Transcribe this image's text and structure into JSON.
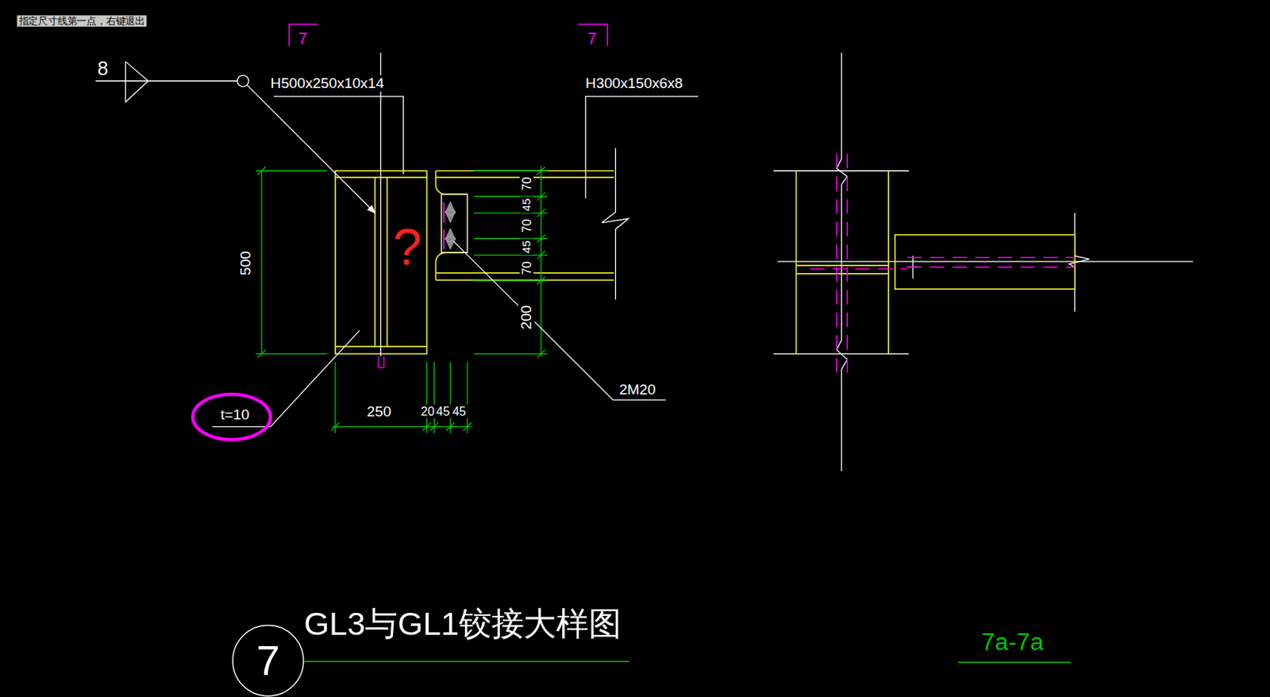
{
  "diagram": {
    "title": "GL3与GL1铰接大样图",
    "nodes": [
      {
        "text": [
          "7"
        ]
      }
    ],
    "labels": [
      "指定尺寸线第一点，右键退出",
      "7",
      "7",
      "8",
      "H500x250x10x14",
      "H300x150x6x8",
      "70",
      "45",
      "70",
      "45",
      "70",
      "?",
      "500",
      "200",
      "2M20",
      "250",
      "20",
      "45",
      "45",
      "t=10",
      "7a-7a"
    ]
  }
}
